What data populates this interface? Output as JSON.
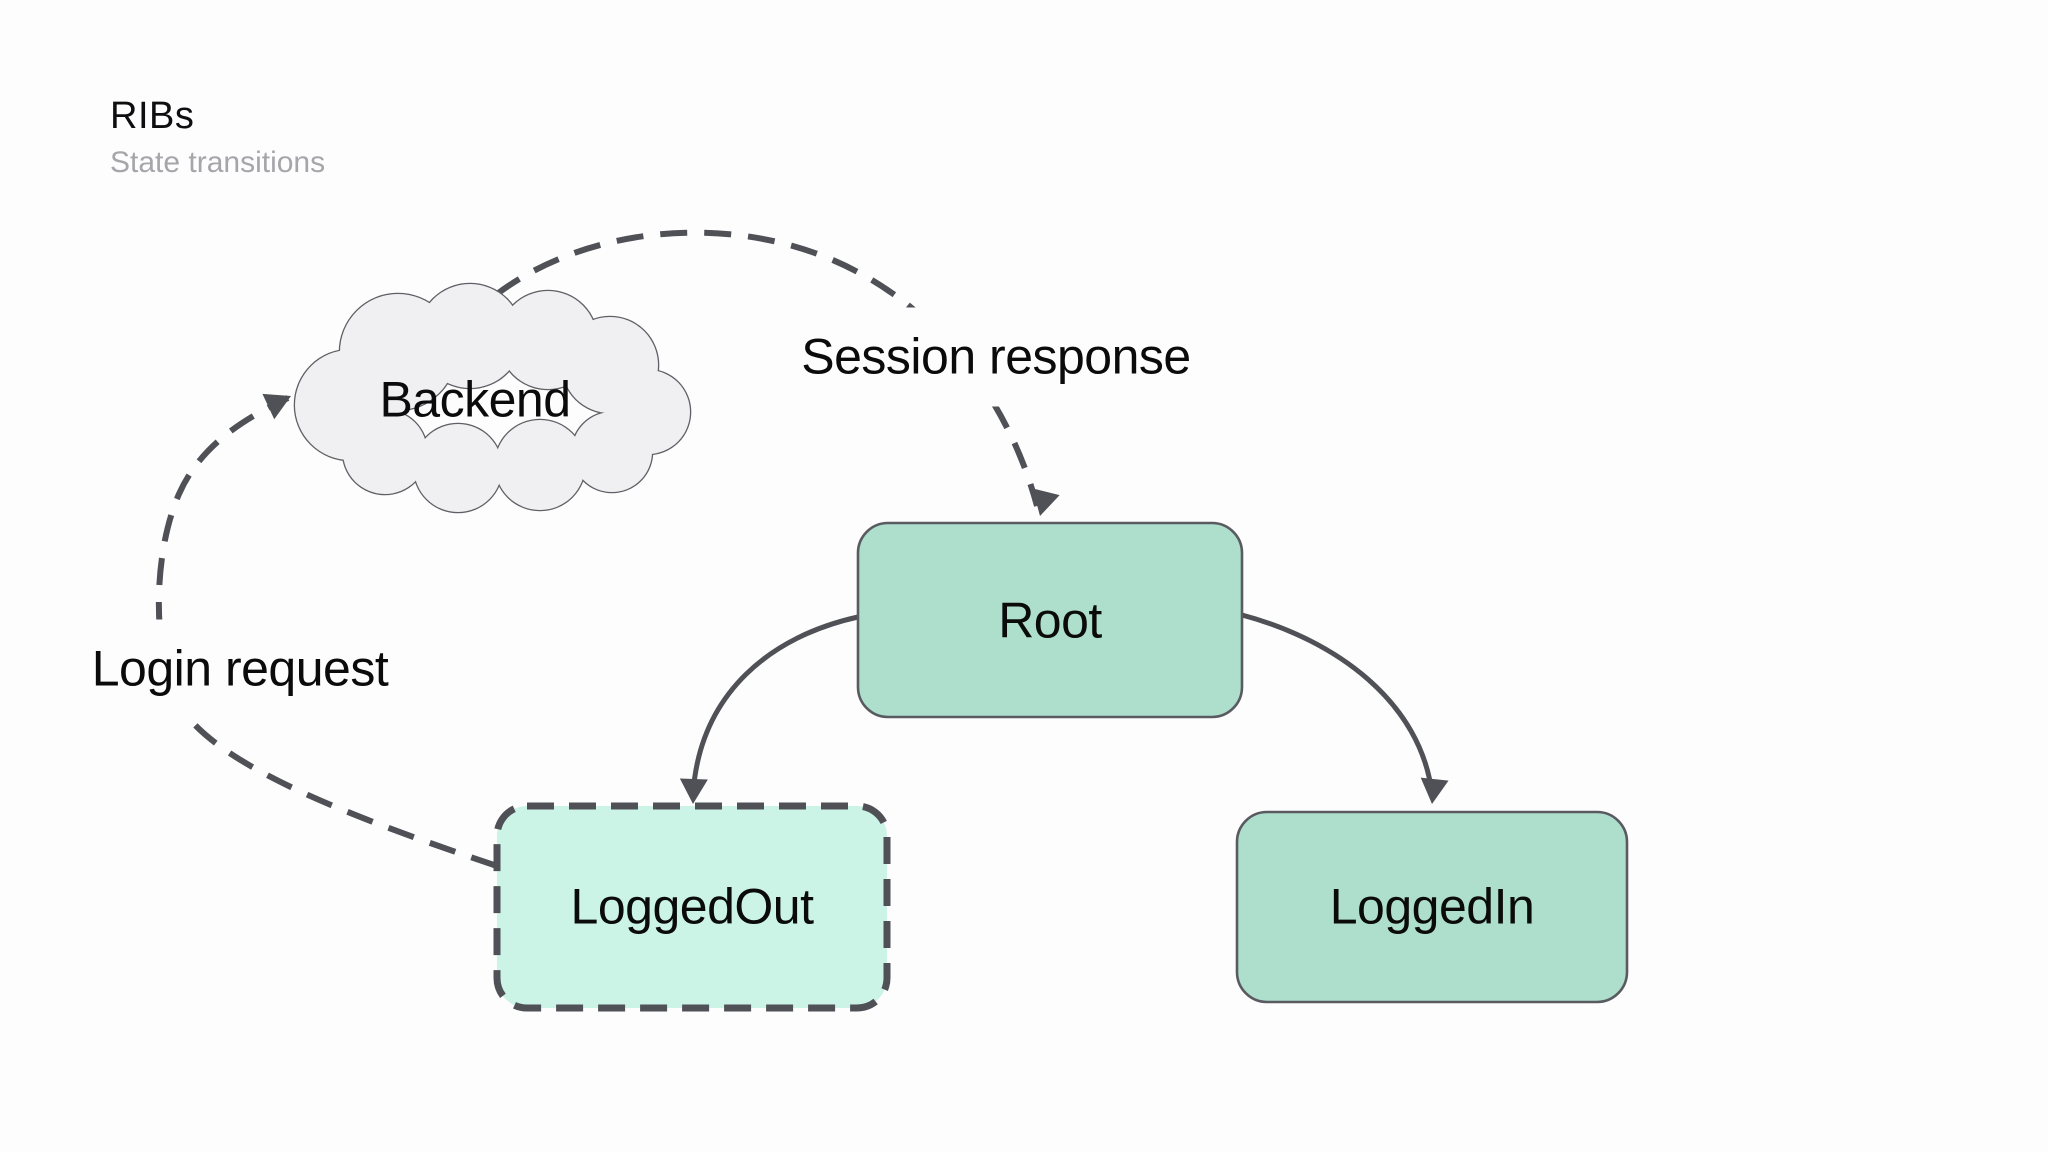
{
  "header": {
    "title": "RIBs",
    "subtitle": "State transitions"
  },
  "diagram": {
    "nodes": [
      {
        "id": "backend",
        "label": "Backend",
        "shape": "cloud",
        "border": "solid"
      },
      {
        "id": "root",
        "label": "Root",
        "shape": "rounded-rect",
        "border": "solid"
      },
      {
        "id": "logged-out",
        "label": "LoggedOut",
        "shape": "rounded-rect",
        "border": "dashed"
      },
      {
        "id": "logged-in",
        "label": "LoggedIn",
        "shape": "rounded-rect",
        "border": "solid"
      }
    ],
    "edges": [
      {
        "from": "logged-out",
        "to": "backend",
        "label": "Login request",
        "style": "dashed-arrow"
      },
      {
        "from": "backend",
        "to": "root",
        "label": "Session response",
        "style": "dashed-arrow"
      },
      {
        "from": "root",
        "to": "logged-out",
        "label": "",
        "style": "solid-arrow"
      },
      {
        "from": "root",
        "to": "logged-in",
        "label": "",
        "style": "solid-arrow"
      }
    ]
  },
  "colors": {
    "page-bg": "#fdfdfe",
    "line": "#4f5156",
    "node-border": "#595b60",
    "node-fill": "#aedfcc",
    "node-fill-light": "#cbf4e7",
    "cloud-fill": "#f0f0f2",
    "cloud-border": "#5e6065",
    "title": "#0e0e10",
    "subtitle": "#a6a6aa",
    "label": "#0b0b0c"
  }
}
